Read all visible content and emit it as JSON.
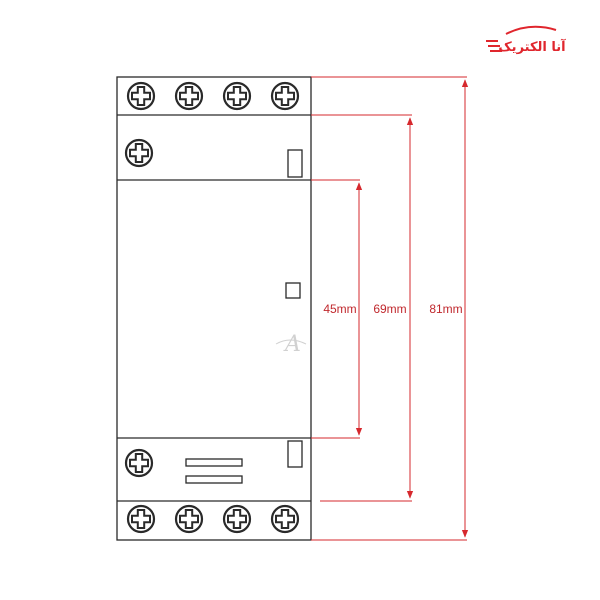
{
  "logo": {
    "text": "آنا الکتریک",
    "color": "#e0262d"
  },
  "watermark": {
    "letter": "A"
  },
  "dimensions": [
    {
      "id": "dim-45",
      "label": "45mm"
    },
    {
      "id": "dim-69",
      "label": "69mm"
    },
    {
      "id": "dim-81",
      "label": "81mm"
    }
  ],
  "colors": {
    "outline": "#2a2a2a",
    "dimension": "#d6282d"
  },
  "device": {
    "top_terminal_count": 4,
    "bottom_terminal_count": 4,
    "terminal_icon": "screw-terminal-icon"
  }
}
